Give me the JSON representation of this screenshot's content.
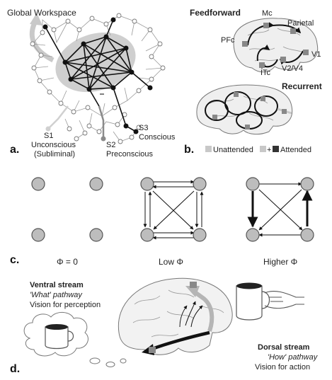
{
  "panel_a": {
    "letter": "a.",
    "title": "Global Workspace",
    "s1": [
      "S1",
      "Unconscious",
      "(Subliminal)"
    ],
    "s2": [
      "S2",
      "Preconscious"
    ],
    "s3": [
      "S3",
      "Conscious"
    ]
  },
  "panel_b": {
    "letter": "b.",
    "feedforward": "Feedforward",
    "recurrent": "Recurrent",
    "regions": {
      "mc": "Mc",
      "parietal": "Parietal",
      "pfc": "PFc",
      "v1": "V1",
      "v2v4": "V2/V4",
      "itc": "ITc"
    },
    "legend": {
      "unattended": "Unattended",
      "plus": "+",
      "attended": "Attended"
    }
  },
  "panel_c": {
    "letter": "c.",
    "captions": [
      "Φ = 0",
      "Low Φ",
      "Higher Φ"
    ]
  },
  "panel_d": {
    "letter": "d.",
    "ventral": {
      "title": "Ventral stream",
      "sub": "'What' pathway",
      "desc": "Vision for perception"
    },
    "dorsal": {
      "title": "Dorsal stream",
      "sub": "'How' pathway",
      "desc": "Vision for action"
    }
  },
  "colors": {
    "node": "#bdbdbd",
    "dark": "#111111",
    "arrow_grey": "#b5b5b5",
    "attended": "#333333",
    "unattended": "#c8c8c8"
  }
}
